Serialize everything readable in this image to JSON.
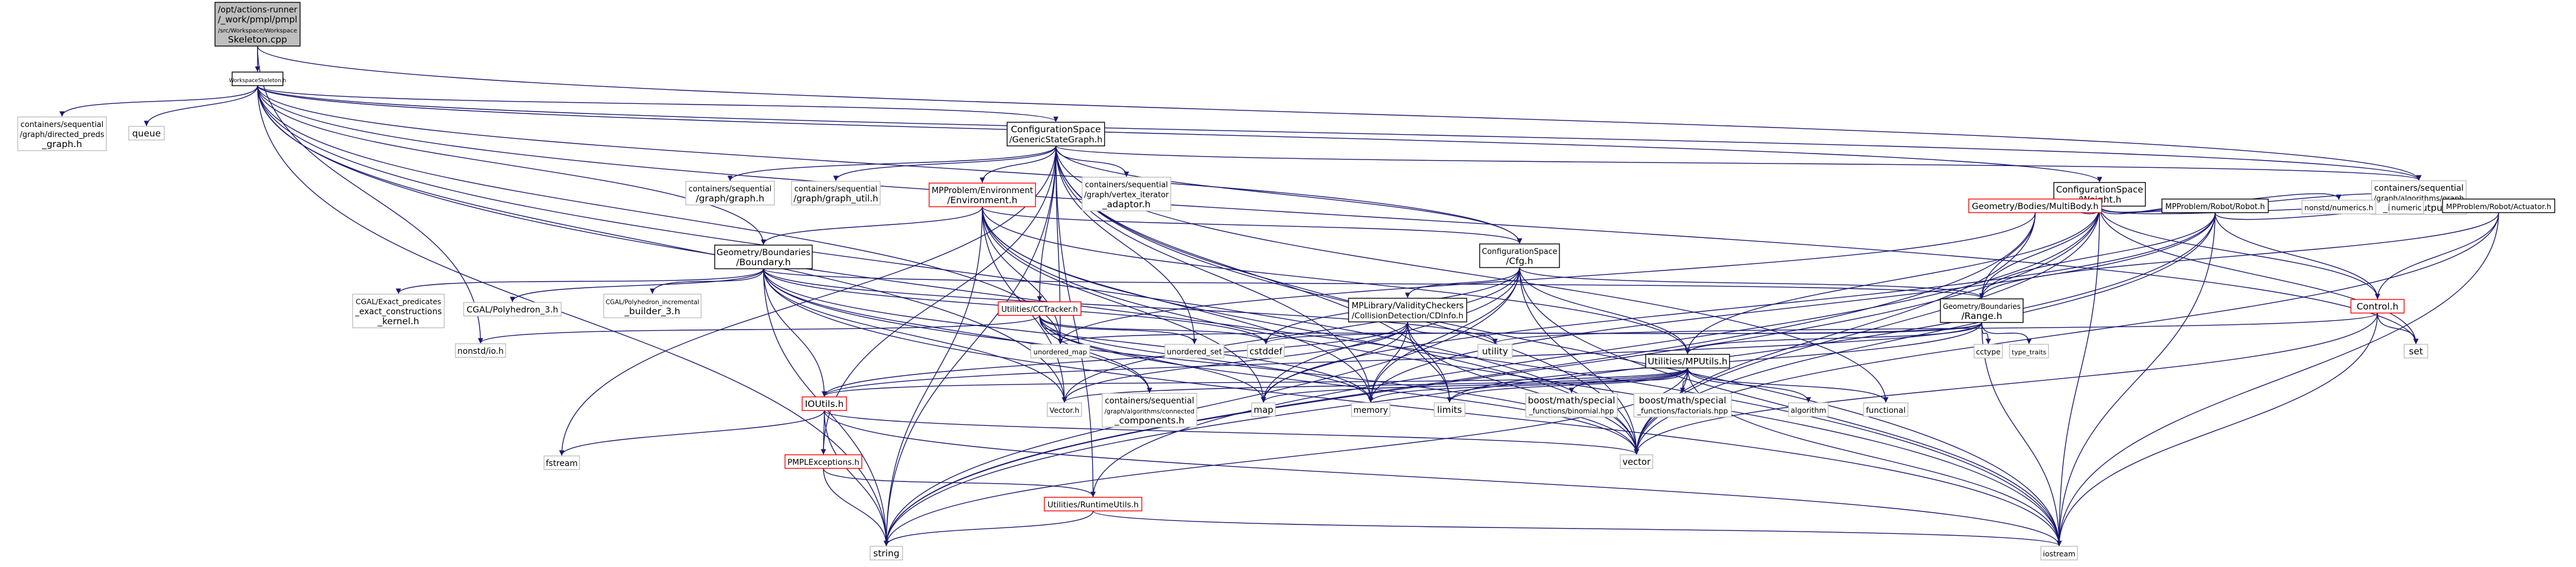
{
  "colors": {
    "edge": "#191970",
    "node_border_default": "#bfbfbf",
    "node_border_red": "#ff0000",
    "node_border_black": "#000000",
    "root_fill": "#bfbfbf",
    "node_fill": "#ffffff"
  },
  "nodes": [
    {
      "id": "root",
      "lines": [
        "/opt/actions-runner",
        "/_work/pmpl/pmpl",
        "/src/Workspace/Workspace",
        "Skeleton.cpp"
      ],
      "style": "root"
    },
    {
      "id": "wsh",
      "lines": [
        "WorkspaceSkeleton.h"
      ],
      "style": "black"
    },
    {
      "id": "dirpreds",
      "lines": [
        "containers/sequential",
        "/graph/directed_preds",
        "_graph.h"
      ],
      "style": "default"
    },
    {
      "id": "queue",
      "lines": [
        "queue"
      ],
      "style": "default"
    },
    {
      "id": "sg",
      "lines": [
        "ConfigurationSpace",
        "/GenericStateGraph.h"
      ],
      "style": "black"
    },
    {
      "id": "cgraph",
      "lines": [
        "containers/sequential",
        "/graph/graph.h"
      ],
      "style": "default"
    },
    {
      "id": "cgraphutil",
      "lines": [
        "containers/sequential",
        "/graph/graph_util.h"
      ],
      "style": "default"
    },
    {
      "id": "env",
      "lines": [
        "MPProblem/Environment",
        "/Environment.h"
      ],
      "style": "red"
    },
    {
      "id": "viter",
      "lines": [
        "containers/sequential",
        "/graph/vertex_iterator",
        "_adaptor.h"
      ],
      "style": "default"
    },
    {
      "id": "weight",
      "lines": [
        "ConfigurationSpace",
        "/Weight.h"
      ],
      "style": "black"
    },
    {
      "id": "ginput",
      "lines": [
        "containers/sequential",
        "/graph/algorithms/graph",
        "_input_output.h"
      ],
      "style": "default"
    },
    {
      "id": "boundary",
      "lines": [
        "Geometry/Boundaries",
        "/Boundary.h"
      ],
      "style": "black"
    },
    {
      "id": "cfg",
      "lines": [
        "ConfigurationSpace",
        "/Cfg.h"
      ],
      "style": "black"
    },
    {
      "id": "multibody",
      "lines": [
        "Geometry/Bodies/MultiBody.h"
      ],
      "style": "red"
    },
    {
      "id": "robot",
      "lines": [
        "MPProblem/Robot/Robot.h"
      ],
      "style": "black"
    },
    {
      "id": "nonstdnum",
      "lines": [
        "nonstd/numerics.h"
      ],
      "style": "default"
    },
    {
      "id": "numeric",
      "lines": [
        "numeric"
      ],
      "style": "default"
    },
    {
      "id": "actuator",
      "lines": [
        "MPProblem/Robot/Actuator.h"
      ],
      "style": "black"
    },
    {
      "id": "cgalexact",
      "lines": [
        "CGAL/Exact_predicates",
        "_exact_constructions",
        "_kernel.h"
      ],
      "style": "default"
    },
    {
      "id": "cgalpoly",
      "lines": [
        "CGAL/Polyhedron_3.h"
      ],
      "style": "default"
    },
    {
      "id": "cgalpolyinc",
      "lines": [
        "CGAL/Polyhedron_incremental",
        "_builder_3.h"
      ],
      "style": "default"
    },
    {
      "id": "cctracker",
      "lines": [
        "Utilities/CCTracker.h"
      ],
      "style": "red"
    },
    {
      "id": "cdinfo",
      "lines": [
        "MPLibrary/ValidityCheckers",
        "/CollisionDetection/CDInfo.h"
      ],
      "style": "black"
    },
    {
      "id": "range",
      "lines": [
        "Geometry/Boundaries",
        "/Range.h"
      ],
      "style": "black"
    },
    {
      "id": "control",
      "lines": [
        "Control.h"
      ],
      "style": "red"
    },
    {
      "id": "nonstdio",
      "lines": [
        "nonstd/io.h"
      ],
      "style": "default"
    },
    {
      "id": "umap",
      "lines": [
        "unordered_map"
      ],
      "style": "default"
    },
    {
      "id": "uset",
      "lines": [
        "unordered_set"
      ],
      "style": "default"
    },
    {
      "id": "cstddef",
      "lines": [
        "cstddef"
      ],
      "style": "default"
    },
    {
      "id": "utility",
      "lines": [
        "utility"
      ],
      "style": "default"
    },
    {
      "id": "mputils",
      "lines": [
        "Utilities/MPUtils.h"
      ],
      "style": "black"
    },
    {
      "id": "cctype",
      "lines": [
        "cctype"
      ],
      "style": "default"
    },
    {
      "id": "typetraits",
      "lines": [
        "type_traits"
      ],
      "style": "default"
    },
    {
      "id": "set",
      "lines": [
        "set"
      ],
      "style": "default"
    },
    {
      "id": "ioutils",
      "lines": [
        "IOUtils.h"
      ],
      "style": "red"
    },
    {
      "id": "vectorh",
      "lines": [
        "Vector.h"
      ],
      "style": "default"
    },
    {
      "id": "conncomp",
      "lines": [
        "containers/sequential",
        "/graph/algorithms/connected",
        "_components.h"
      ],
      "style": "default"
    },
    {
      "id": "map",
      "lines": [
        "map"
      ],
      "style": "default"
    },
    {
      "id": "memory",
      "lines": [
        "memory"
      ],
      "style": "default"
    },
    {
      "id": "limits",
      "lines": [
        "limits"
      ],
      "style": "default"
    },
    {
      "id": "binomial",
      "lines": [
        "boost/math/special",
        "_functions/binomial.hpp"
      ],
      "style": "default"
    },
    {
      "id": "factorials",
      "lines": [
        "boost/math/special",
        "_functions/factorials.hpp"
      ],
      "style": "default"
    },
    {
      "id": "algorithm",
      "lines": [
        "algorithm"
      ],
      "style": "default"
    },
    {
      "id": "functional",
      "lines": [
        "functional"
      ],
      "style": "default"
    },
    {
      "id": "fstream",
      "lines": [
        "fstream"
      ],
      "style": "default"
    },
    {
      "id": "pmplexc",
      "lines": [
        "PMPLExceptions.h"
      ],
      "style": "red"
    },
    {
      "id": "vector",
      "lines": [
        "vector"
      ],
      "style": "default"
    },
    {
      "id": "runtime",
      "lines": [
        "Utilities/RuntimeUtils.h"
      ],
      "style": "red"
    },
    {
      "id": "string",
      "lines": [
        "string"
      ],
      "style": "default"
    },
    {
      "id": "iostream",
      "lines": [
        "iostream"
      ],
      "style": "default"
    }
  ],
  "edges": [
    [
      "root",
      "wsh"
    ],
    [
      "root",
      "nonstdio"
    ],
    [
      "root",
      "ginput"
    ],
    [
      "wsh",
      "dirpreds"
    ],
    [
      "wsh",
      "queue"
    ],
    [
      "wsh",
      "sg"
    ],
    [
      "wsh",
      "weight"
    ],
    [
      "wsh",
      "boundary"
    ],
    [
      "wsh",
      "cfg"
    ],
    [
      "wsh",
      "umap"
    ],
    [
      "wsh",
      "vectorh"
    ],
    [
      "wsh",
      "string"
    ],
    [
      "wsh",
      "vector"
    ],
    [
      "wsh",
      "iostream"
    ],
    [
      "wsh",
      "set"
    ],
    [
      "wsh",
      "ginput"
    ],
    [
      "sg",
      "cgraph"
    ],
    [
      "sg",
      "cgraphutil"
    ],
    [
      "sg",
      "env"
    ],
    [
      "sg",
      "viter"
    ],
    [
      "sg",
      "ginput"
    ],
    [
      "sg",
      "cctracker"
    ],
    [
      "sg",
      "cfg"
    ],
    [
      "sg",
      "umap"
    ],
    [
      "sg",
      "uset"
    ],
    [
      "sg",
      "string"
    ],
    [
      "sg",
      "vector"
    ],
    [
      "sg",
      "iostream"
    ],
    [
      "sg",
      "fstream"
    ],
    [
      "sg",
      "functional"
    ],
    [
      "sg",
      "limits"
    ],
    [
      "sg",
      "memory"
    ],
    [
      "sg",
      "runtime"
    ],
    [
      "sg",
      "pmplexc"
    ],
    [
      "env",
      "boundary"
    ],
    [
      "env",
      "cfg"
    ],
    [
      "env",
      "mputils"
    ],
    [
      "env",
      "umap"
    ],
    [
      "env",
      "map"
    ],
    [
      "env",
      "memory"
    ],
    [
      "env",
      "string"
    ],
    [
      "env",
      "vector"
    ],
    [
      "env",
      "iostream"
    ],
    [
      "env",
      "vectorh"
    ],
    [
      "weight",
      "multibody"
    ],
    [
      "weight",
      "robot"
    ],
    [
      "weight",
      "nonstdnum"
    ],
    [
      "weight",
      "numeric"
    ],
    [
      "weight",
      "actuator"
    ],
    [
      "weight",
      "control"
    ],
    [
      "weight",
      "range"
    ],
    [
      "weight",
      "mputils"
    ],
    [
      "weight",
      "vector"
    ],
    [
      "weight",
      "string"
    ],
    [
      "weight",
      "iostream"
    ],
    [
      "weight",
      "set"
    ],
    [
      "weight",
      "runtime"
    ],
    [
      "boundary",
      "cgalexact"
    ],
    [
      "boundary",
      "cgalpoly"
    ],
    [
      "boundary",
      "cgalpolyinc"
    ],
    [
      "boundary",
      "range"
    ],
    [
      "boundary",
      "ioutils"
    ],
    [
      "boundary",
      "vectorh"
    ],
    [
      "boundary",
      "conncomp"
    ],
    [
      "boundary",
      "memory"
    ],
    [
      "boundary",
      "cstddef"
    ],
    [
      "boundary",
      "utility"
    ],
    [
      "boundary",
      "vector"
    ],
    [
      "boundary",
      "string"
    ],
    [
      "boundary",
      "iostream"
    ],
    [
      "cfg",
      "cdinfo"
    ],
    [
      "cfg",
      "range"
    ],
    [
      "cfg",
      "mputils"
    ],
    [
      "cfg",
      "cstddef"
    ],
    [
      "cfg",
      "map"
    ],
    [
      "cfg",
      "memory"
    ],
    [
      "cfg",
      "vector"
    ],
    [
      "cfg",
      "string"
    ],
    [
      "cfg",
      "iostream"
    ],
    [
      "cfg",
      "vectorh"
    ],
    [
      "multibody",
      "range"
    ],
    [
      "multibody",
      "vector"
    ],
    [
      "multibody",
      "string"
    ],
    [
      "multibody",
      "umap"
    ],
    [
      "robot",
      "actuator"
    ],
    [
      "robot",
      "control"
    ],
    [
      "robot",
      "range"
    ],
    [
      "robot",
      "memory"
    ],
    [
      "robot",
      "map"
    ],
    [
      "robot",
      "vector"
    ],
    [
      "robot",
      "iostream"
    ],
    [
      "robot",
      "string"
    ],
    [
      "actuator",
      "control"
    ],
    [
      "actuator",
      "range"
    ],
    [
      "actuator",
      "vector"
    ],
    [
      "actuator",
      "iostream"
    ],
    [
      "control",
      "utility"
    ],
    [
      "control",
      "set"
    ],
    [
      "control",
      "vector"
    ],
    [
      "control",
      "iostream"
    ],
    [
      "cctracker",
      "nonstdio"
    ],
    [
      "cctracker",
      "umap"
    ],
    [
      "cctracker",
      "uset"
    ],
    [
      "cctracker",
      "cstddef"
    ],
    [
      "cctracker",
      "conncomp"
    ],
    [
      "cctracker",
      "map"
    ],
    [
      "cctracker",
      "memory"
    ],
    [
      "cctracker",
      "vector"
    ],
    [
      "cdinfo",
      "utility"
    ],
    [
      "cdinfo",
      "vectorh"
    ],
    [
      "cdinfo",
      "map"
    ],
    [
      "cdinfo",
      "memory"
    ],
    [
      "cdinfo",
      "limits"
    ],
    [
      "cdinfo",
      "ioutils"
    ],
    [
      "cdinfo",
      "vector"
    ],
    [
      "range",
      "cctype"
    ],
    [
      "range",
      "typetraits"
    ],
    [
      "range",
      "mputils"
    ],
    [
      "range",
      "ioutils"
    ],
    [
      "range",
      "cstddef"
    ],
    [
      "range",
      "umap"
    ],
    [
      "range",
      "iostream"
    ],
    [
      "range",
      "limits"
    ],
    [
      "mputils",
      "ioutils"
    ],
    [
      "mputils",
      "vectorh"
    ],
    [
      "mputils",
      "map"
    ],
    [
      "mputils",
      "memory"
    ],
    [
      "mputils",
      "limits"
    ],
    [
      "mputils",
      "binomial"
    ],
    [
      "mputils",
      "factorials"
    ],
    [
      "mputils",
      "algorithm"
    ],
    [
      "mputils",
      "functional"
    ],
    [
      "mputils",
      "vector"
    ],
    [
      "mputils",
      "string"
    ],
    [
      "mputils",
      "iostream"
    ],
    [
      "ioutils",
      "fstream"
    ],
    [
      "ioutils",
      "pmplexc"
    ],
    [
      "ioutils",
      "vector"
    ],
    [
      "ioutils",
      "string"
    ],
    [
      "ioutils",
      "iostream"
    ],
    [
      "pmplexc",
      "runtime"
    ],
    [
      "pmplexc",
      "string"
    ],
    [
      "runtime",
      "string"
    ],
    [
      "runtime",
      "iostream"
    ]
  ]
}
